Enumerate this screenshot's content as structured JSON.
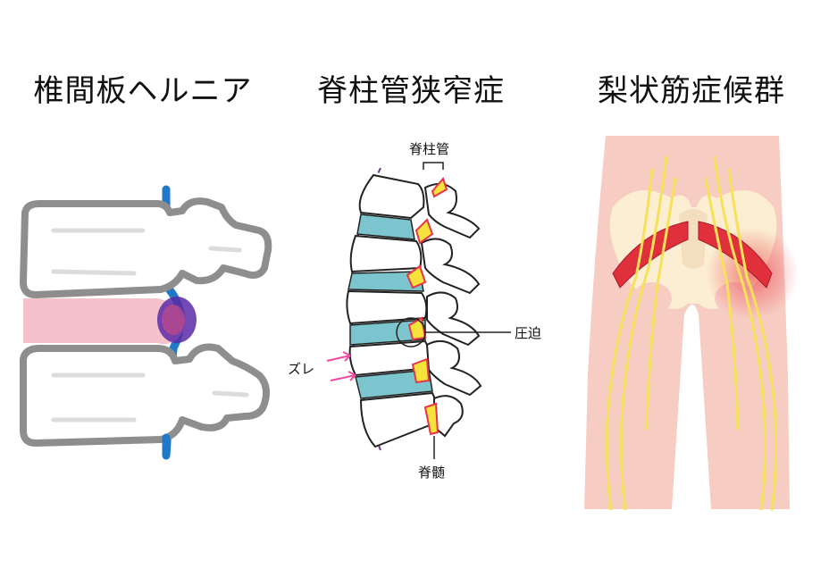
{
  "panels": [
    {
      "title": "椎間板ヘルニア"
    },
    {
      "title": "脊柱管狭窄症",
      "labels": {
        "canal": "脊柱管",
        "compression": "圧迫",
        "slip": "ズレ",
        "cord": "脊髄"
      }
    },
    {
      "title": "梨状筋症候群"
    }
  ],
  "colors": {
    "outline": "#8e8e8e",
    "nerve_blue": "#1f78c8",
    "disc_pink": "#f5c2cc",
    "herniation": "#5b2aa6",
    "disc_teal": "#7cc5cf",
    "canal_yellow": "#f5e23a",
    "canal_red": "#e8344a",
    "slip_arrow": "#f04aa0",
    "dashed_line": "#6a3c8a",
    "skin": "#f7cdc3",
    "bone": "#fbeed2",
    "muscle": "#e0303c",
    "nerve_yellow": "#f6e15a"
  }
}
